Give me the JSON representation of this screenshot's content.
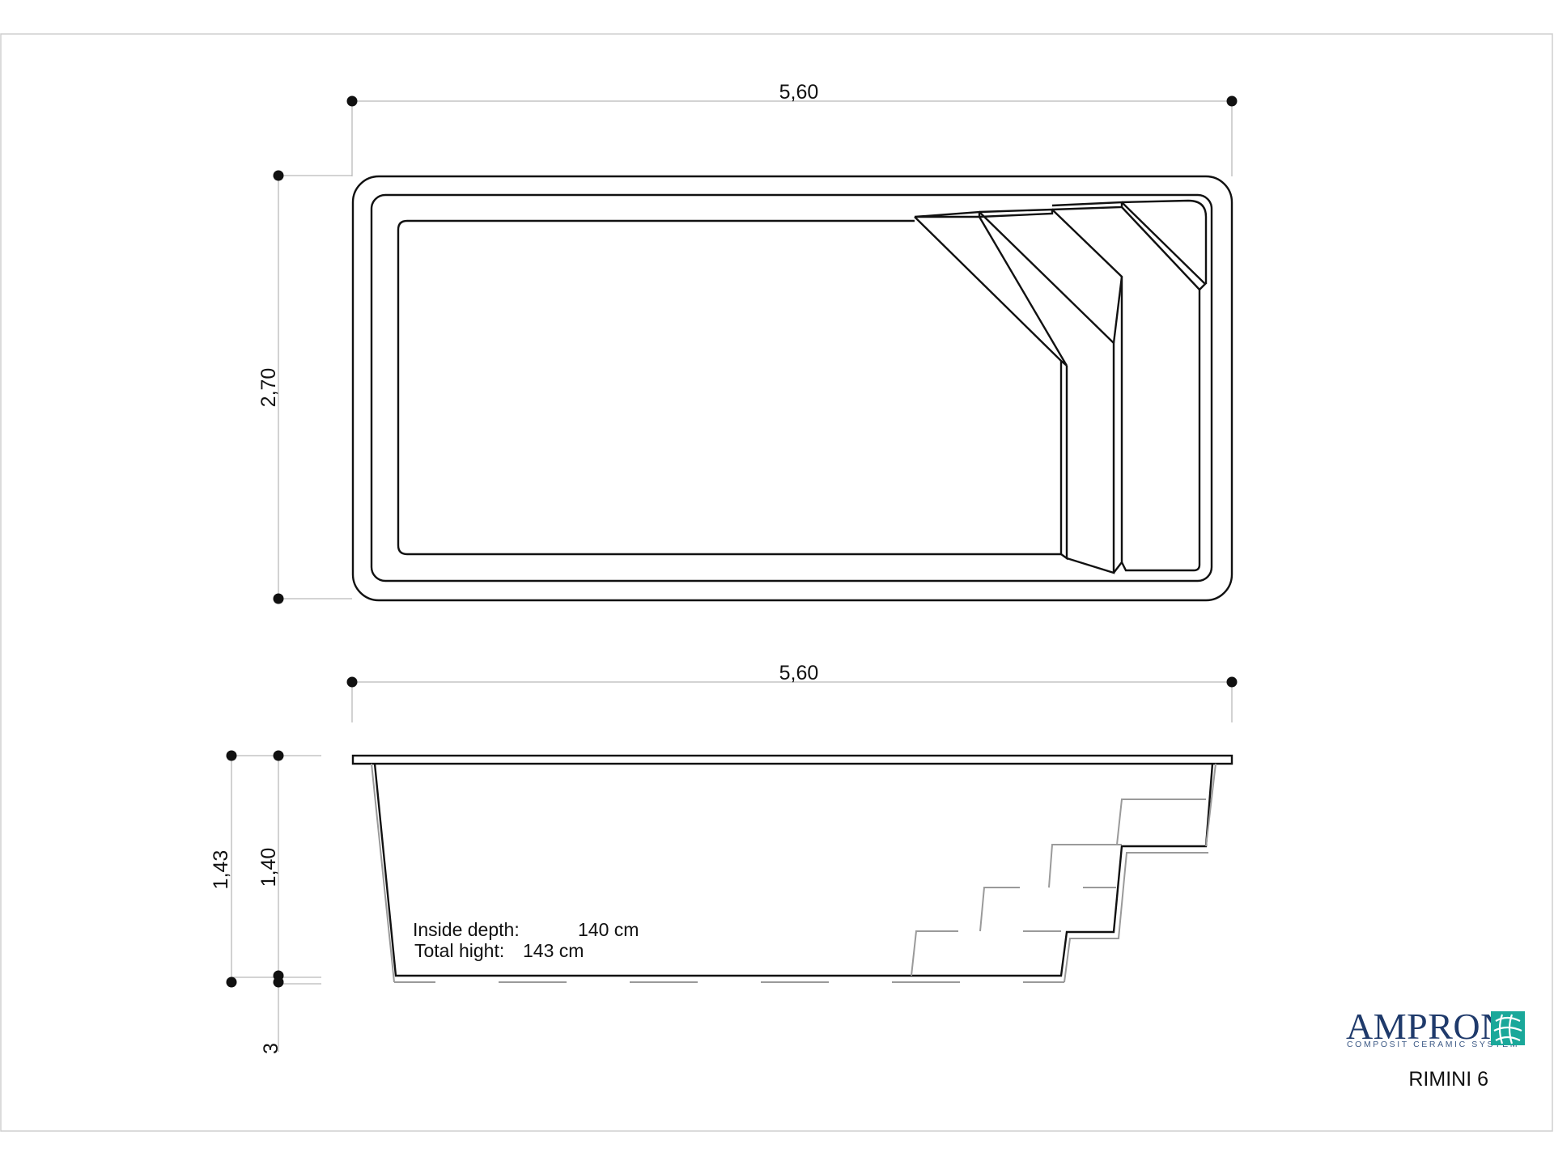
{
  "plan_view": {
    "length_label": "5,60",
    "width_label": "2,70"
  },
  "section_view": {
    "length_label": "5,60",
    "total_height_label": "1,43",
    "inside_depth_label": "1,40",
    "rim_label": "3",
    "notes": [
      {
        "label": "Inside depth:",
        "value": "140 cm"
      },
      {
        "label": "Total hight:",
        "value": "143 cm"
      }
    ]
  },
  "brand": {
    "name": "AMPRON",
    "tagline": "COMPOSIT CERAMIC SYSTEM",
    "logo_color": "#1f3a6b",
    "mark_color": "#1aa89a"
  },
  "model_name": "RIMINI 6"
}
